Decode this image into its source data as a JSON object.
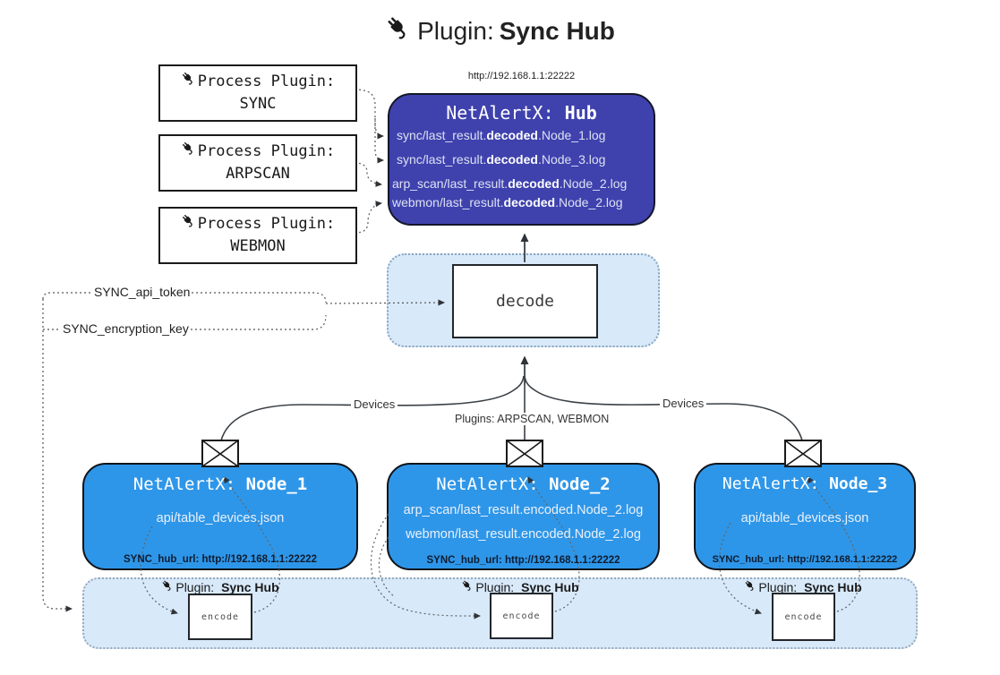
{
  "title": {
    "prefix": "Plugin:",
    "name": "Sync Hub"
  },
  "process_plugins": [
    {
      "label": "Process Plugin:",
      "name": "SYNC"
    },
    {
      "label": "Process Plugin:",
      "name": "ARPSCAN"
    },
    {
      "label": "Process Plugin:",
      "name": "WEBMON"
    }
  ],
  "hub": {
    "url": "http://192.168.1.1:22222",
    "title_prefix": "NetAlertX:",
    "title_name": "Hub",
    "logs": [
      {
        "pre": "sync/last_result.",
        "bold": "decoded",
        "post": ".Node_1.log"
      },
      {
        "pre": "sync/last_result.",
        "bold": "decoded",
        "post": ".Node_3.log"
      },
      {
        "pre": "arp_scan/last_result.",
        "bold": "decoded",
        "post": ".Node_2.log"
      },
      {
        "pre": "webmon/last_result.",
        "bold": "decoded",
        "post": ".Node_2.log"
      }
    ]
  },
  "decode": {
    "label": "decode"
  },
  "config": {
    "api_token": "SYNC_api_token",
    "encryption_key": "SYNC_encryption_key"
  },
  "edges": {
    "devices_left": "Devices",
    "devices_right": "Devices",
    "plugins_middle": "Plugins: ARPSCAN, WEBMON"
  },
  "nodes": [
    {
      "title_prefix": "NetAlertX:",
      "title_name": "Node_1",
      "lines": [
        "api/table_devices.json"
      ],
      "hub_url": "SYNC_hub_url: http://192.168.1.1:22222"
    },
    {
      "title_prefix": "NetAlertX:",
      "title_name": "Node_2",
      "lines": [
        "arp_scan/last_result.encoded.Node_2.log",
        "webmon/last_result.encoded.Node_2.log"
      ],
      "hub_url": "SYNC_hub_url: http://192.168.1.1:22222"
    },
    {
      "title_prefix": "NetAlertX:",
      "title_name": "Node_3",
      "lines": [
        "api/table_devices.json"
      ],
      "hub_url": "SYNC_hub_url: http://192.168.1.1:22222"
    }
  ],
  "encoders": [
    {
      "plugin_prefix": "Plugin:",
      "plugin_name": "Sync Hub",
      "box_label": "encode"
    },
    {
      "plugin_prefix": "Plugin:",
      "plugin_name": "Sync Hub",
      "box_label": "encode"
    },
    {
      "plugin_prefix": "Plugin:",
      "plugin_name": "Sync Hub",
      "box_label": "encode"
    }
  ],
  "colors": {
    "hub_fill": "#3f42ad",
    "node_fill": "#2e96e8",
    "container_fill": "#d8e9fa",
    "container_border": "#8aa4bd",
    "line": "#3a4046",
    "text_light": "#e9f1fc",
    "text_dark": "#1a1a1a"
  }
}
